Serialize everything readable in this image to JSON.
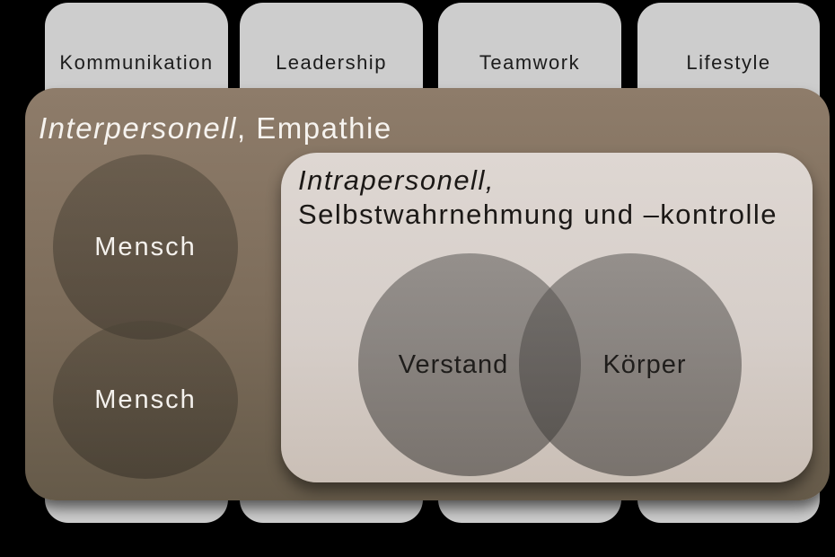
{
  "categories": {
    "items": [
      {
        "label": "Kommunikation"
      },
      {
        "label": "Leadership"
      },
      {
        "label": "Teamwork"
      },
      {
        "label": "Lifestyle"
      }
    ]
  },
  "interpersonal": {
    "title_italic": "Interpersonell",
    "title_rest": ", Empathie",
    "circles": [
      {
        "label": "Mensch"
      },
      {
        "label": "Mensch"
      }
    ]
  },
  "intrapersonal": {
    "title_italic": "Intrapersonell,",
    "title_line2": "Selbstwahrnehmung und –kontrolle",
    "venn": [
      {
        "label": "Verstand"
      },
      {
        "label": "Körper"
      }
    ]
  },
  "colors": {
    "background": "#000000",
    "card": "#cdcdcd",
    "card_text": "#1c1c1c",
    "panel_top": "#8e7c6a",
    "panel_bottom": "#655a49",
    "panel_text": "#f6f3ef",
    "inner_panel_top": "#ded7d2",
    "inner_panel_bottom": "#cabfb6",
    "inner_text": "#1b1816",
    "dark_circle": "#5e564b",
    "gray_circle": "#8b8884"
  }
}
